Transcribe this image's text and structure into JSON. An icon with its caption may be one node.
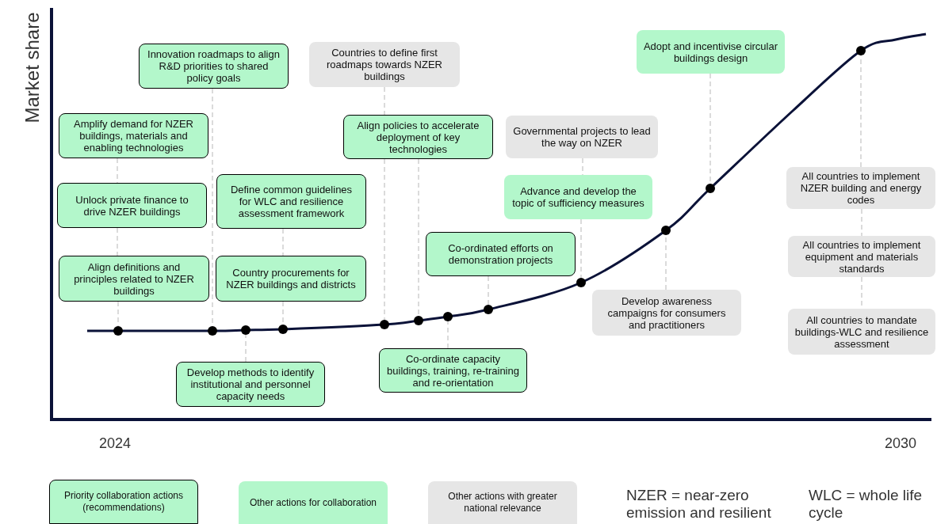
{
  "diagram": {
    "nodes": [
      {
        "text": [
          "Adopt and incentivise circular buildings design"
        ]
      },
      {
        "text": [
          "Countries to define first roadmaps towards NZER buildings"
        ]
      },
      {
        "text": [
          "Innovation roadmaps to align R&D priorities to shared policy goals"
        ]
      },
      {
        "text": [
          "Amplify demand for NZER buildings, materials and enabling technologies"
        ]
      },
      {
        "text": [
          "Align policies to accelerate deployment of key technologies"
        ]
      },
      {
        "text": [
          "Governmental projects to lead the way on NZER"
        ]
      },
      {
        "text": [
          "All countries to implement NZER building and energy codes"
        ]
      },
      {
        "text": [
          "Define common guidelines for WLC and resilience assessment framework"
        ]
      },
      {
        "text": [
          "Advance and develop the topic of sufficiency measures"
        ]
      },
      {
        "text": [
          "Unlock private finance to drive NZER buildings"
        ]
      },
      {
        "text": [
          "Co-ordinated efforts on demonstration projects"
        ]
      },
      {
        "text": [
          "All countries to implement equipment and materials standards"
        ]
      },
      {
        "text": [
          "Align definitions and principles related to NZER buildings"
        ]
      },
      {
        "text": [
          "Country procurements for NZER buildings and districts"
        ]
      },
      {
        "text": [
          "Develop awareness campaigns for consumers and practitioners"
        ]
      },
      {
        "text": [
          "All countries to mandate buildings-WLC and resilience assessment"
        ]
      },
      {
        "text": [
          "Co-ordinate capacity buildings, training, re-training and re-orientation"
        ]
      },
      {
        "text": [
          "Develop methods to identify institutional and personnel capacity needs"
        ]
      },
      {
        "text": [],
        "shape": "circle"
      },
      {
        "text": [],
        "shape": "circle"
      },
      {
        "text": [],
        "shape": "circle"
      },
      {
        "text": [],
        "shape": "circle"
      },
      {
        "text": [],
        "shape": "circle"
      },
      {
        "text": [],
        "shape": "circle"
      },
      {
        "text": [],
        "shape": "circle"
      },
      {
        "text": [],
        "shape": "circle"
      },
      {
        "text": [],
        "shape": "circle"
      },
      {
        "text": [],
        "shape": "circle"
      },
      {
        "text": [],
        "shape": "circle"
      },
      {
        "text": [],
        "shape": "circle"
      }
    ],
    "edges": [
      {
        "from": 3,
        "to": 9,
        "arrow": "none",
        "style": "dashed"
      },
      {
        "from": 9,
        "to": 12,
        "arrow": "none",
        "style": "dashed"
      },
      {
        "from": 12,
        "to": 18,
        "arrow": "none",
        "style": "dashed"
      },
      {
        "from": 2,
        "to": 19,
        "arrow": "none",
        "style": "dashed"
      },
      {
        "from": 17,
        "to": 20,
        "arrow": "none",
        "style": "dashed"
      },
      {
        "from": 7,
        "to": 13,
        "arrow": "none",
        "style": "dashed"
      },
      {
        "from": 13,
        "to": 21,
        "arrow": "none",
        "style": "dashed"
      },
      {
        "from": 1,
        "to": 4,
        "arrow": "none",
        "style": "dashed"
      },
      {
        "from": 4,
        "to": 22,
        "arrow": "none",
        "style": "dashed"
      },
      {
        "from": 4,
        "to": 23,
        "arrow": "none",
        "style": "dashed"
      },
      {
        "from": 16,
        "to": 24,
        "arrow": "none",
        "style": "dashed"
      },
      {
        "from": 10,
        "to": 25,
        "arrow": "none",
        "style": "dashed"
      },
      {
        "from": 5,
        "to": 8,
        "arrow": "none",
        "style": "dashed"
      },
      {
        "from": 8,
        "to": 26,
        "arrow": "none",
        "style": "dashed"
      },
      {
        "from": 14,
        "to": 27,
        "arrow": "none",
        "style": "dashed"
      },
      {
        "from": 0,
        "to": 28,
        "arrow": "none",
        "style": "dashed"
      },
      {
        "from": 6,
        "to": 29,
        "arrow": "none",
        "style": "dashed"
      },
      {
        "from": 6,
        "to": 11,
        "arrow": "none",
        "style": "dashed"
      },
      {
        "from": 11,
        "to": 15,
        "arrow": "none",
        "style": "dashed"
      }
    ],
    "labels": [
      "Market share",
      "2024",
      "2030",
      "NZER = near-zero emission and resilient",
      "WLC = whole life cycle"
    ],
    "legend": [
      {
        "text": "Priority collaboration actions (recommendations)",
        "color": "#b3f7cb"
      },
      {
        "text": "Other actions for collaboration",
        "color": "#b3f7cb"
      },
      {
        "text": "Other actions with greater national relevance",
        "color": "#e6e6e6"
      }
    ]
  }
}
